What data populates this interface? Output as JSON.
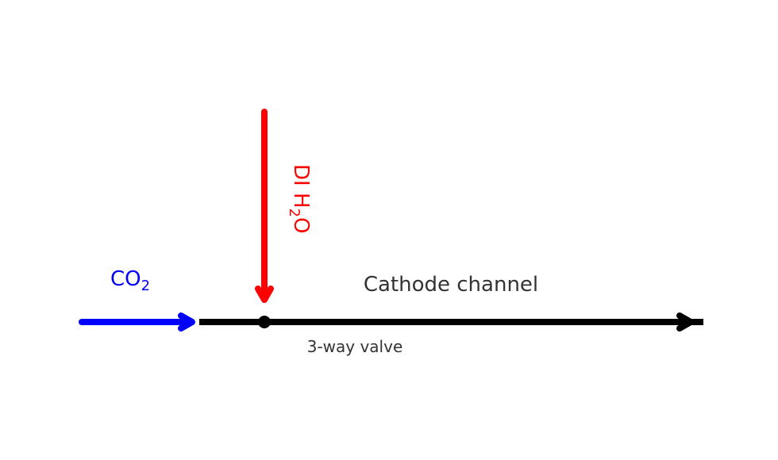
{
  "diagram": {
    "co2_label": {
      "main": "CO",
      "sub": "2"
    },
    "water_label": {
      "pre": "DI H",
      "sub": "2",
      "post": "O"
    },
    "channel_label": "Cathode channel",
    "valve_label": "3-way valve"
  },
  "colors": {
    "co2": "#0000ff",
    "water": "#ff0000",
    "channel": "#000000",
    "text": "#333333"
  }
}
